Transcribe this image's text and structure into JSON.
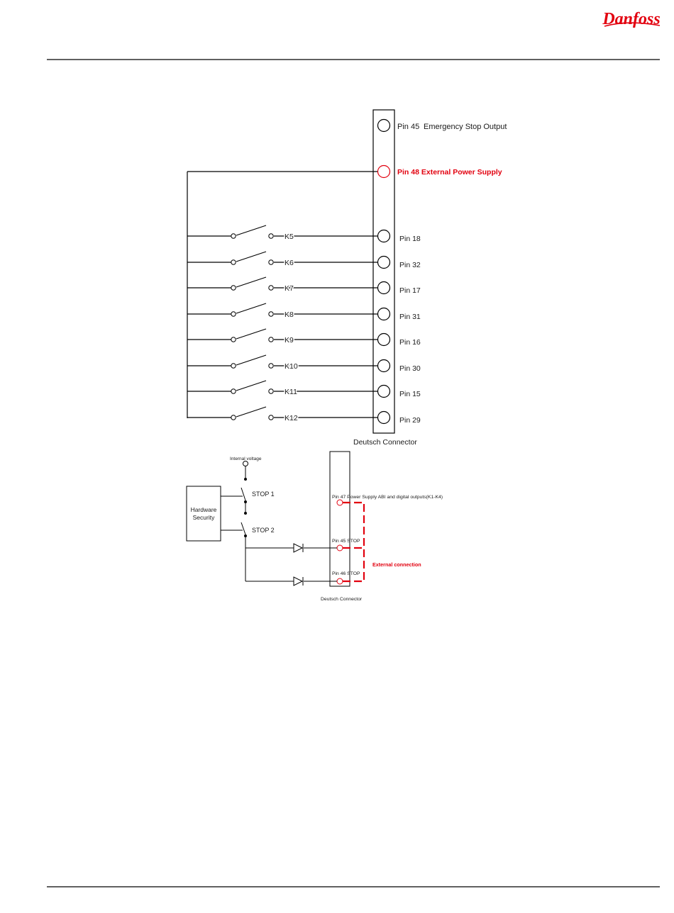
{
  "brand": {
    "logo_text": "Danfoss",
    "logo_color": "#e2000f"
  },
  "diagram1": {
    "pin45_label": "Pin 45",
    "pin45_desc": "Emergency Stop Output",
    "pin48_label": "Pin 48 External Power Supply",
    "pin48_color": "#e2000f",
    "relays": [
      {
        "name": "K5",
        "pin": "Pin 18"
      },
      {
        "name": "K6",
        "pin": "Pin 32"
      },
      {
        "name": "K7",
        "pin": "Pin 17"
      },
      {
        "name": "K8",
        "pin": "Pin 31"
      },
      {
        "name": "K9",
        "pin": "Pin 16"
      },
      {
        "name": "K10",
        "pin": "Pin 30"
      },
      {
        "name": "K11",
        "pin": "Pin 15"
      },
      {
        "name": "K12",
        "pin": "Pin 29"
      }
    ],
    "connector_label": "Deutsch Connector"
  },
  "diagram2": {
    "internal_voltage": "Internal voltage",
    "hardware_security": [
      "Hardware",
      "Security"
    ],
    "stop1": "STOP 1",
    "stop2": "STOP 2",
    "pin47": "Pin 47 Power Supply ABI and digital outputs(K1-K4)",
    "pin45": "Pin 45 STOP",
    "pin46": "Pin 46 STOP",
    "external_connection": "External connection",
    "external_color": "#e2000f",
    "connector_label": "Deutsch Connector"
  }
}
